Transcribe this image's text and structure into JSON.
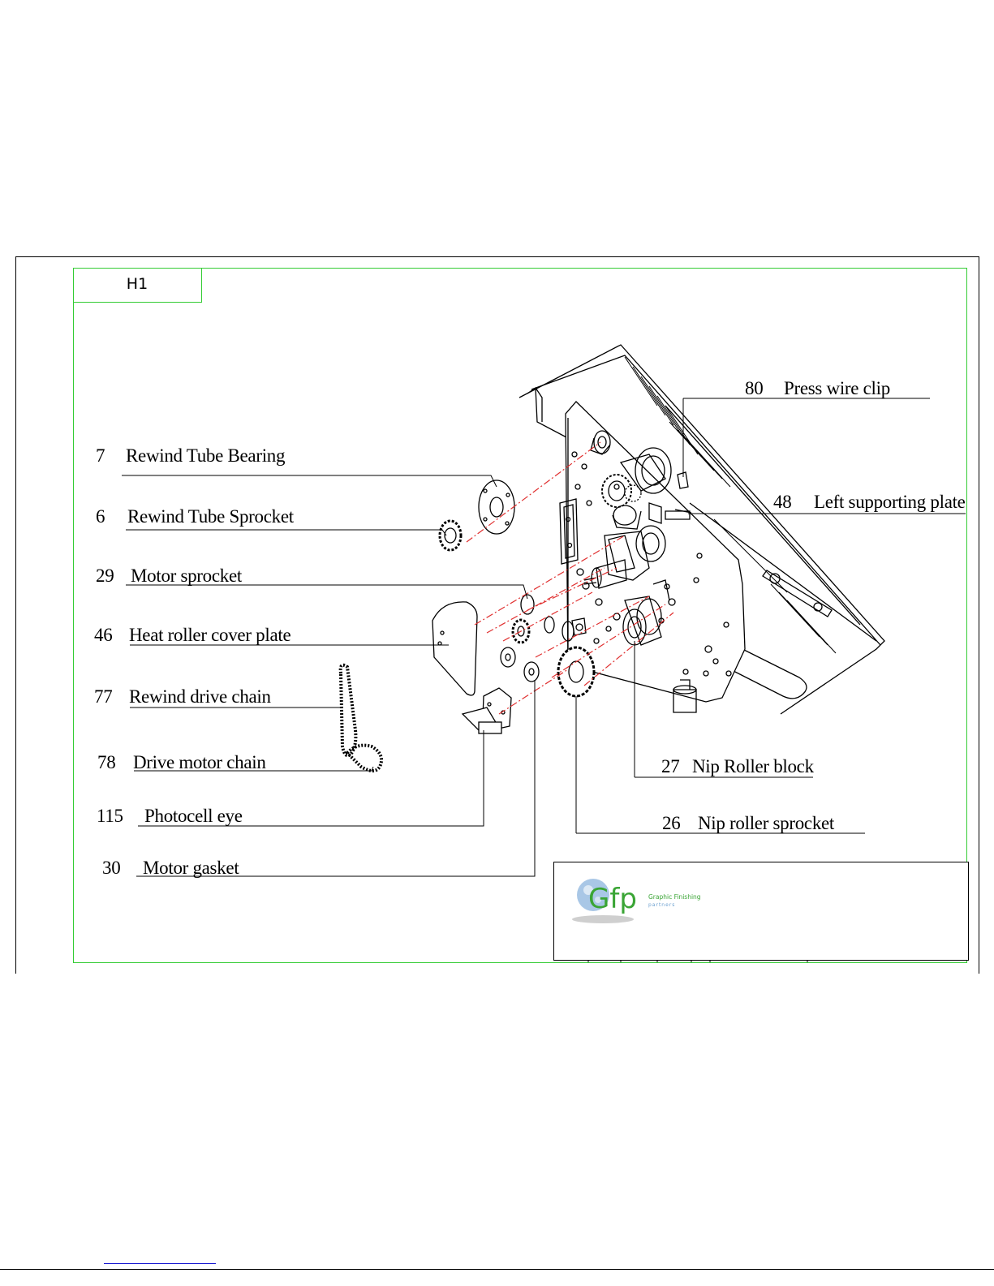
{
  "sheet_label": "H1",
  "callouts": [
    {
      "number": "80",
      "label": "Press wire clip"
    },
    {
      "number": "7",
      "label": "Rewind Tube Bearing"
    },
    {
      "number": "48",
      "label": "Left supporting plate"
    },
    {
      "number": "6",
      "label": "Rewind Tube Sprocket"
    },
    {
      "number": "29",
      "label": "Motor sprocket"
    },
    {
      "number": "46",
      "label": "Heat roller cover plate"
    },
    {
      "number": "77",
      "label": "Rewind drive chain"
    },
    {
      "number": "78",
      "label": "Drive motor chain"
    },
    {
      "number": "27",
      "label": "Nip Roller block"
    },
    {
      "number": "115",
      "label": "Photocell eye"
    },
    {
      "number": "26",
      "label": "Nip roller sprocket"
    },
    {
      "number": "30",
      "label": "Motor gasket"
    }
  ],
  "logo": {
    "mark": "Gfp",
    "name": "Graphic Finishing",
    "sub": "partners"
  },
  "colors": {
    "frame_green": "#33cc33",
    "explode_line": "#e03030",
    "logo_green": "#3aa535",
    "logo_blue": "#6a9fd0"
  }
}
